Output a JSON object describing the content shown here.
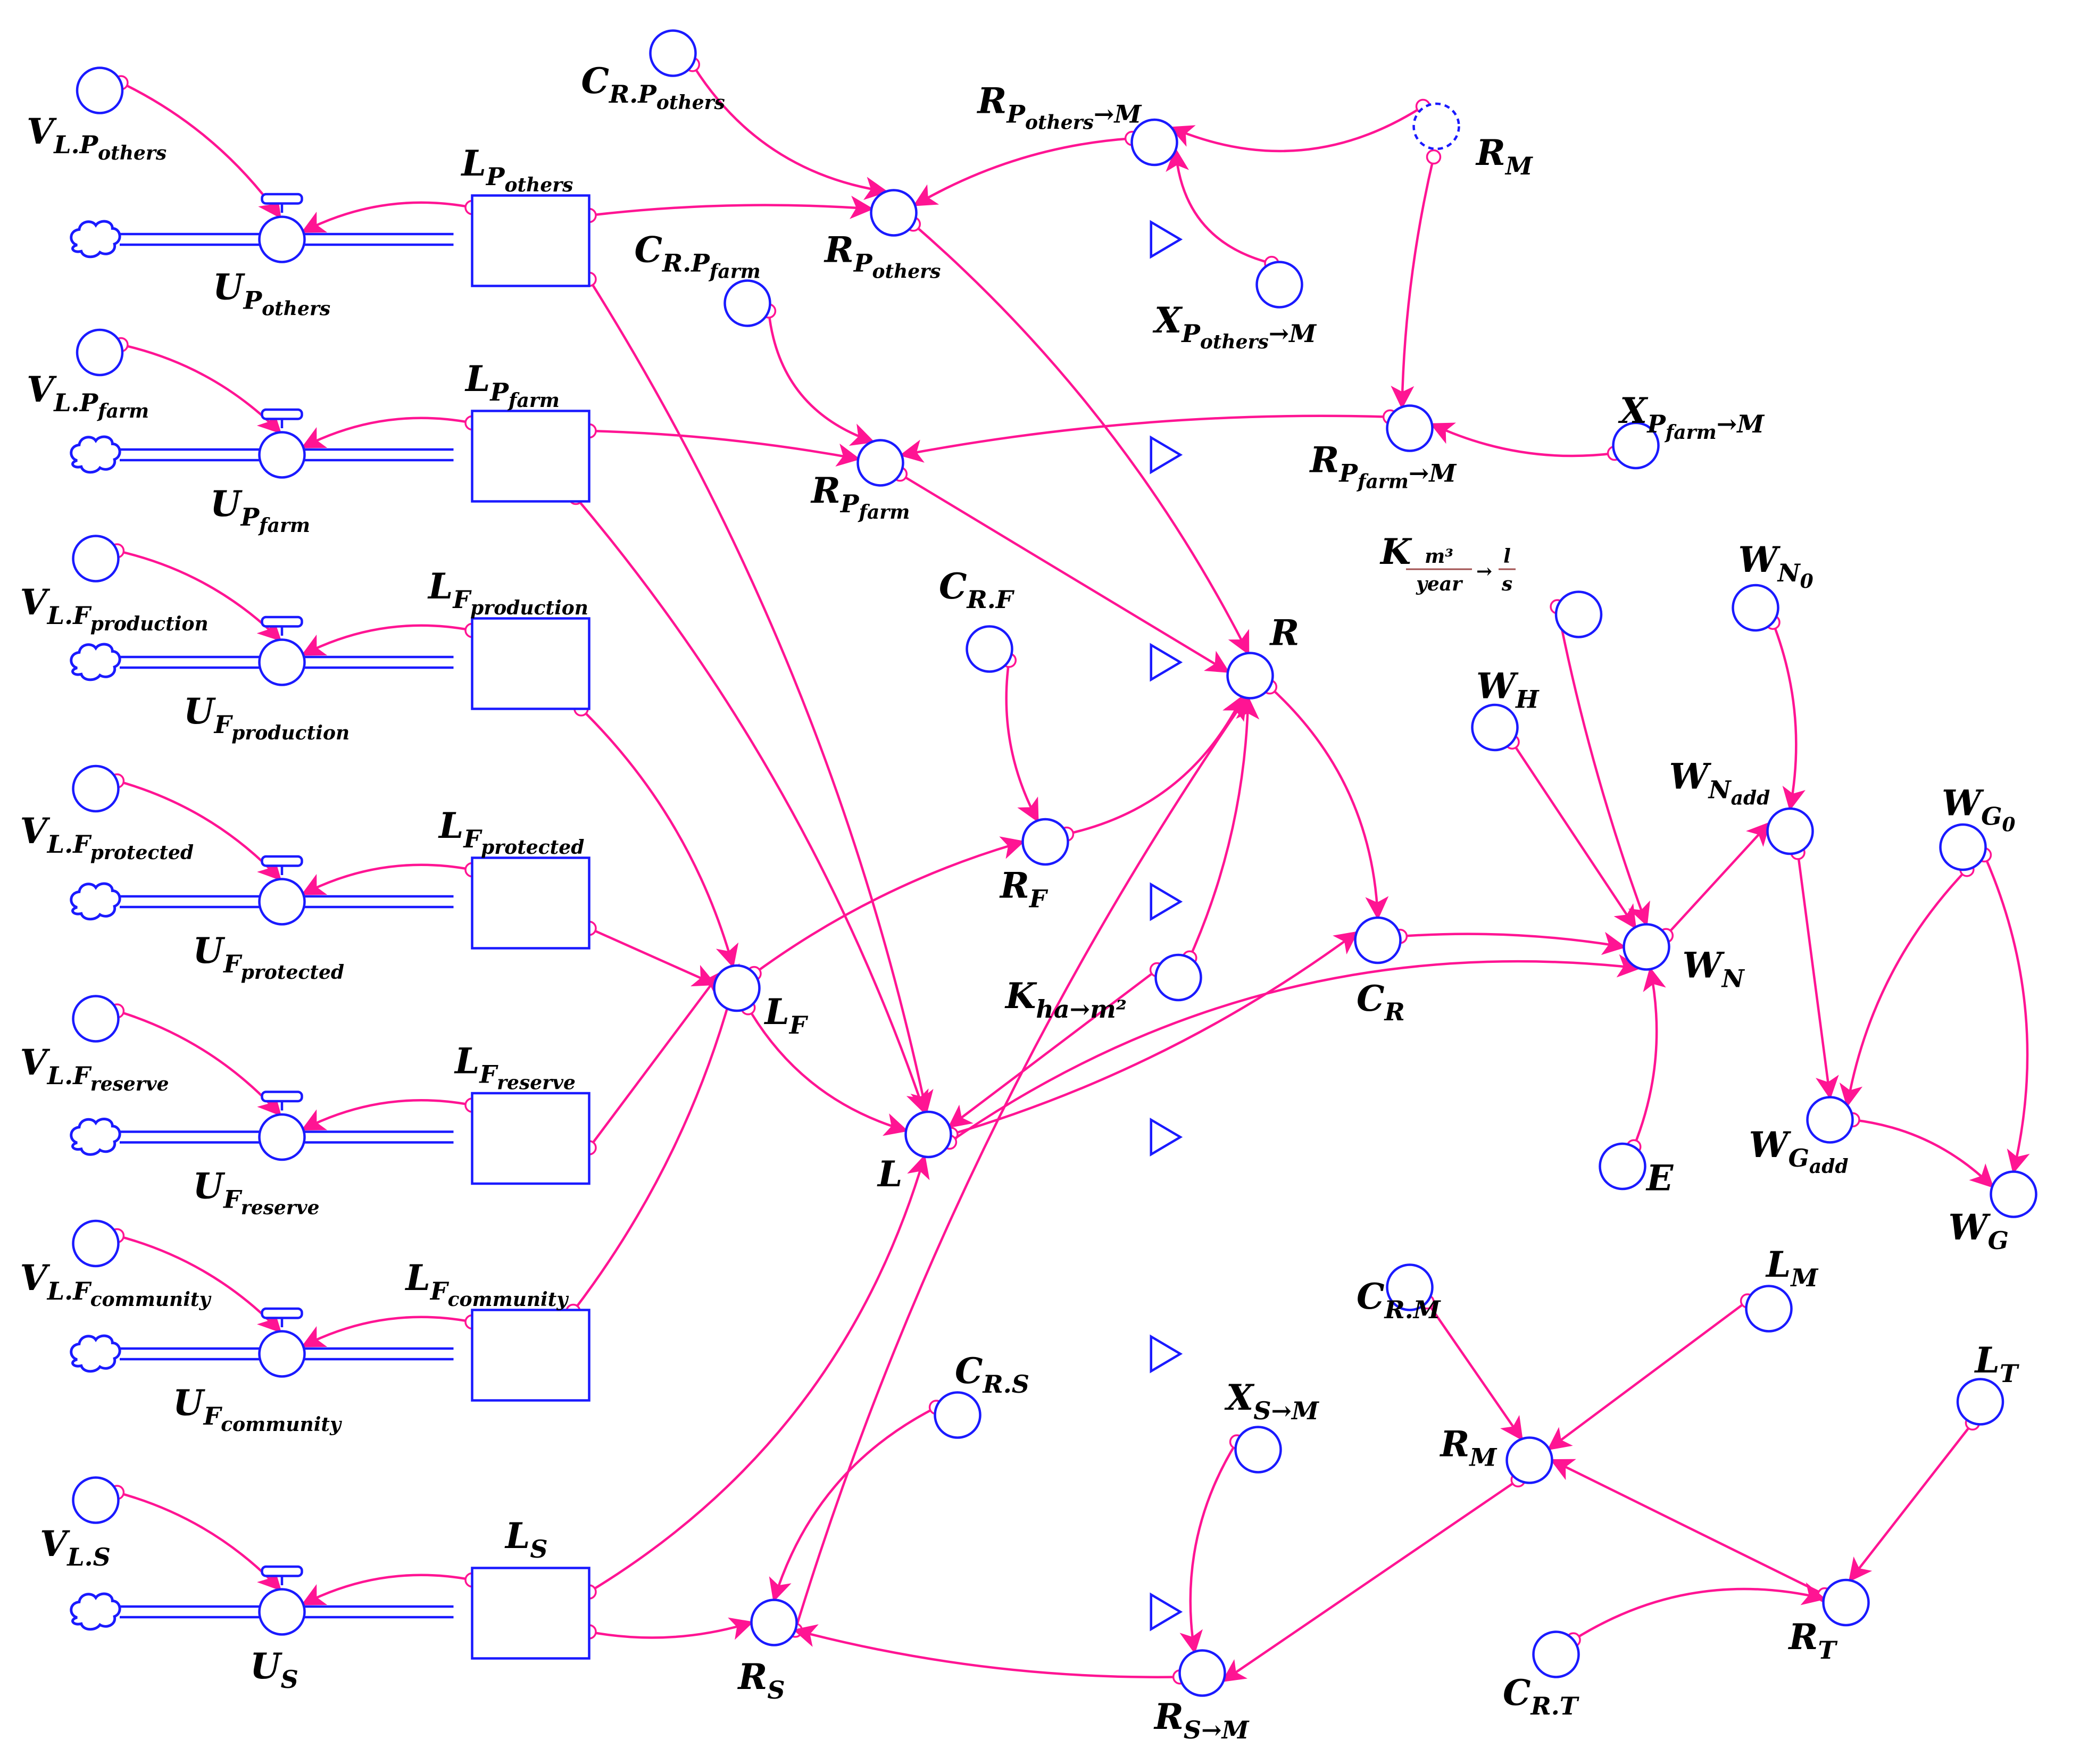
{
  "diagram": {
    "stocks": [
      {
        "id": "LPothers",
        "base": "L",
        "sub": "P",
        "subsub": "others"
      },
      {
        "id": "LPfarm",
        "base": "L",
        "sub": "P",
        "subsub": "farm"
      },
      {
        "id": "LFproduction",
        "base": "L",
        "sub": "F",
        "subsub": "production"
      },
      {
        "id": "LFprotected",
        "base": "L",
        "sub": "F",
        "subsub": "protected"
      },
      {
        "id": "LFreserve",
        "base": "L",
        "sub": "F",
        "subsub": "reserve"
      },
      {
        "id": "LFcommunity",
        "base": "L",
        "sub": "F",
        "subsub": "community"
      },
      {
        "id": "LS",
        "base": "L",
        "sub": "S",
        "subsub": ""
      }
    ],
    "flows": [
      {
        "id": "UPothers",
        "base": "U",
        "sub": "P",
        "subsub": "others"
      },
      {
        "id": "UPfarm",
        "base": "U",
        "sub": "P",
        "subsub": "farm"
      },
      {
        "id": "UFproduction",
        "base": "U",
        "sub": "F",
        "subsub": "production"
      },
      {
        "id": "UFprotected",
        "base": "U",
        "sub": "F",
        "subsub": "protected"
      },
      {
        "id": "UFreserve",
        "base": "U",
        "sub": "F",
        "subsub": "reserve"
      },
      {
        "id": "UFcommunity",
        "base": "U",
        "sub": "F",
        "subsub": "community"
      },
      {
        "id": "US",
        "base": "U",
        "sub": "S",
        "subsub": ""
      }
    ],
    "variables": [
      {
        "id": "VLPothers",
        "base": "V",
        "sub": "L.P",
        "subsub": "others"
      },
      {
        "id": "VLPfarm",
        "base": "V",
        "sub": "L.P",
        "subsub": "farm"
      },
      {
        "id": "VLFproduction",
        "base": "V",
        "sub": "L.F",
        "subsub": "production"
      },
      {
        "id": "VLFprotected",
        "base": "V",
        "sub": "L.F",
        "subsub": "protected"
      },
      {
        "id": "VLFreserve",
        "base": "V",
        "sub": "L.F",
        "subsub": "reserve"
      },
      {
        "id": "VLFcommunity",
        "base": "V",
        "sub": "L.F",
        "subsub": "community"
      },
      {
        "id": "VLS",
        "base": "V",
        "sub": "L.S",
        "subsub": ""
      },
      {
        "id": "CRPothers",
        "base": "C",
        "sub": "R.P",
        "subsub": "others"
      },
      {
        "id": "CRPfarm",
        "base": "C",
        "sub": "R.P",
        "subsub": "farm"
      },
      {
        "id": "RPothersM",
        "base": "R",
        "sub": "P",
        "subsub": "others",
        "tail": "→M"
      },
      {
        "id": "RPothers",
        "base": "R",
        "sub": "P",
        "subsub": "others"
      },
      {
        "id": "RMtop",
        "base": "R",
        "sub": "M",
        "subsub": ""
      },
      {
        "id": "XPothersM",
        "base": "X",
        "sub": "P",
        "subsub": "others",
        "tail": "→M"
      },
      {
        "id": "RPfarm",
        "base": "R",
        "sub": "P",
        "subsub": "farm"
      },
      {
        "id": "RPfarmM",
        "base": "R",
        "sub": "P",
        "subsub": "farm",
        "tail": "→M"
      },
      {
        "id": "XPfarmM",
        "base": "X",
        "sub": "P",
        "subsub": "farm",
        "tail": "→M"
      },
      {
        "id": "CRF",
        "base": "C",
        "sub": "R.F",
        "subsub": ""
      },
      {
        "id": "RF",
        "base": "R",
        "sub": "F",
        "subsub": ""
      },
      {
        "id": "R",
        "base": "R",
        "sub": "",
        "subsub": ""
      },
      {
        "id": "Kha",
        "base": "K",
        "sub": "ha→m²",
        "subsub": ""
      },
      {
        "id": "LF",
        "base": "L",
        "sub": "F",
        "subsub": ""
      },
      {
        "id": "L",
        "base": "L",
        "sub": "",
        "subsub": ""
      },
      {
        "id": "CR",
        "base": "C",
        "sub": "R",
        "subsub": ""
      },
      {
        "id": "Kconv",
        "base": "K",
        "frac_num": "m³",
        "frac_den": "year",
        "arrow": "→",
        "frac2_num": "l",
        "frac2_den": "s"
      },
      {
        "id": "WH",
        "base": "W",
        "sub": "H",
        "subsub": ""
      },
      {
        "id": "WN0",
        "base": "W",
        "sub": "N",
        "subsub": "0"
      },
      {
        "id": "WNadd",
        "base": "W",
        "sub": "N",
        "subsub": "add"
      },
      {
        "id": "WN",
        "base": "W",
        "sub": "N",
        "subsub": ""
      },
      {
        "id": "E",
        "base": "E",
        "sub": "",
        "subsub": ""
      },
      {
        "id": "WG0",
        "base": "W",
        "sub": "G",
        "subsub": "0"
      },
      {
        "id": "WGadd",
        "base": "W",
        "sub": "G",
        "subsub": "add"
      },
      {
        "id": "WG",
        "base": "W",
        "sub": "G",
        "subsub": ""
      },
      {
        "id": "CRS",
        "base": "C",
        "sub": "R.S",
        "subsub": ""
      },
      {
        "id": "RS",
        "base": "R",
        "sub": "S",
        "subsub": ""
      },
      {
        "id": "XSM",
        "base": "X",
        "sub": "S→M",
        "subsub": ""
      },
      {
        "id": "RSM",
        "base": "R",
        "sub": "S→M",
        "subsub": ""
      },
      {
        "id": "CRM",
        "base": "C",
        "sub": "R.M",
        "subsub": ""
      },
      {
        "id": "LM",
        "base": "L",
        "sub": "M",
        "subsub": ""
      },
      {
        "id": "RM",
        "base": "R",
        "sub": "M",
        "subsub": ""
      },
      {
        "id": "LT",
        "base": "L",
        "sub": "T",
        "subsub": ""
      },
      {
        "id": "RT",
        "base": "R",
        "sub": "T",
        "subsub": ""
      },
      {
        "id": "CRT",
        "base": "C",
        "sub": "R.T",
        "subsub": ""
      }
    ]
  },
  "colors": {
    "node": "#1a1aff",
    "link": "#ff1493",
    "text": "#000000"
  }
}
